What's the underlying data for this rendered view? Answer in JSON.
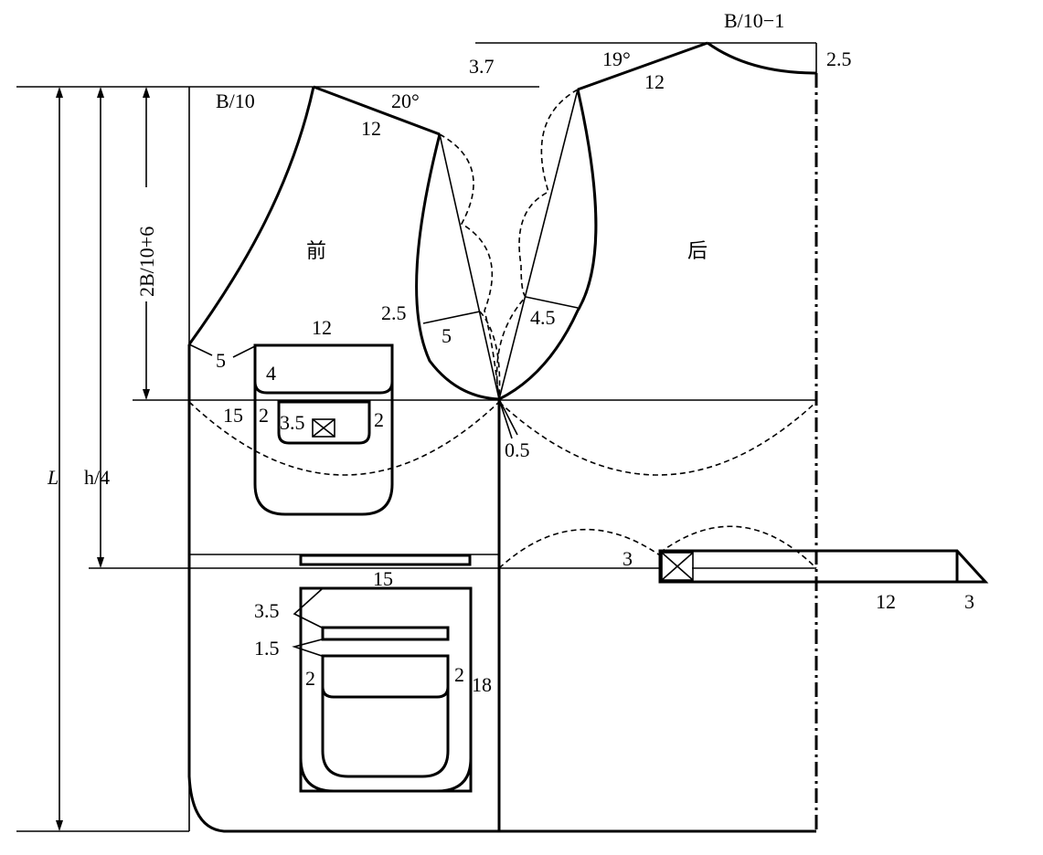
{
  "panels": {
    "front": "前",
    "back": "后"
  },
  "dimensions": {
    "length": "L",
    "waist_height": "h/4",
    "armhole_depth": "2B/10+6",
    "front_neck_width": "B/10",
    "back_neck_width": "B/10−1",
    "back_neck_rise": "2.5",
    "shoulder_offset": "3.7",
    "front_shoulder_angle": "20°",
    "back_shoulder_angle": "19°",
    "front_shoulder_length": "12",
    "back_shoulder_length": "12",
    "front_armhole_offset": "2.5",
    "front_armhole_depth": "5",
    "back_armhole_depth": "4.5",
    "side_seam_offset": "0.5",
    "chest_pocket_width": "12",
    "chest_pocket_neck_offset": "5",
    "chest_pocket_flap": "4",
    "chest_pocket_height": "15",
    "chest_pocket_inner_left": "2",
    "chest_pocket_inner_right": "2",
    "chest_pocket_inner_height": "3.5",
    "waist_pocket_width": "15",
    "waist_pocket_top": "3.5",
    "waist_pocket_gap": "1.5",
    "waist_pocket_inner_left": "2",
    "waist_pocket_inner_right": "2",
    "waist_pocket_height": "18",
    "belt_overlap": "3",
    "belt_length": "12",
    "belt_tip": "3"
  }
}
